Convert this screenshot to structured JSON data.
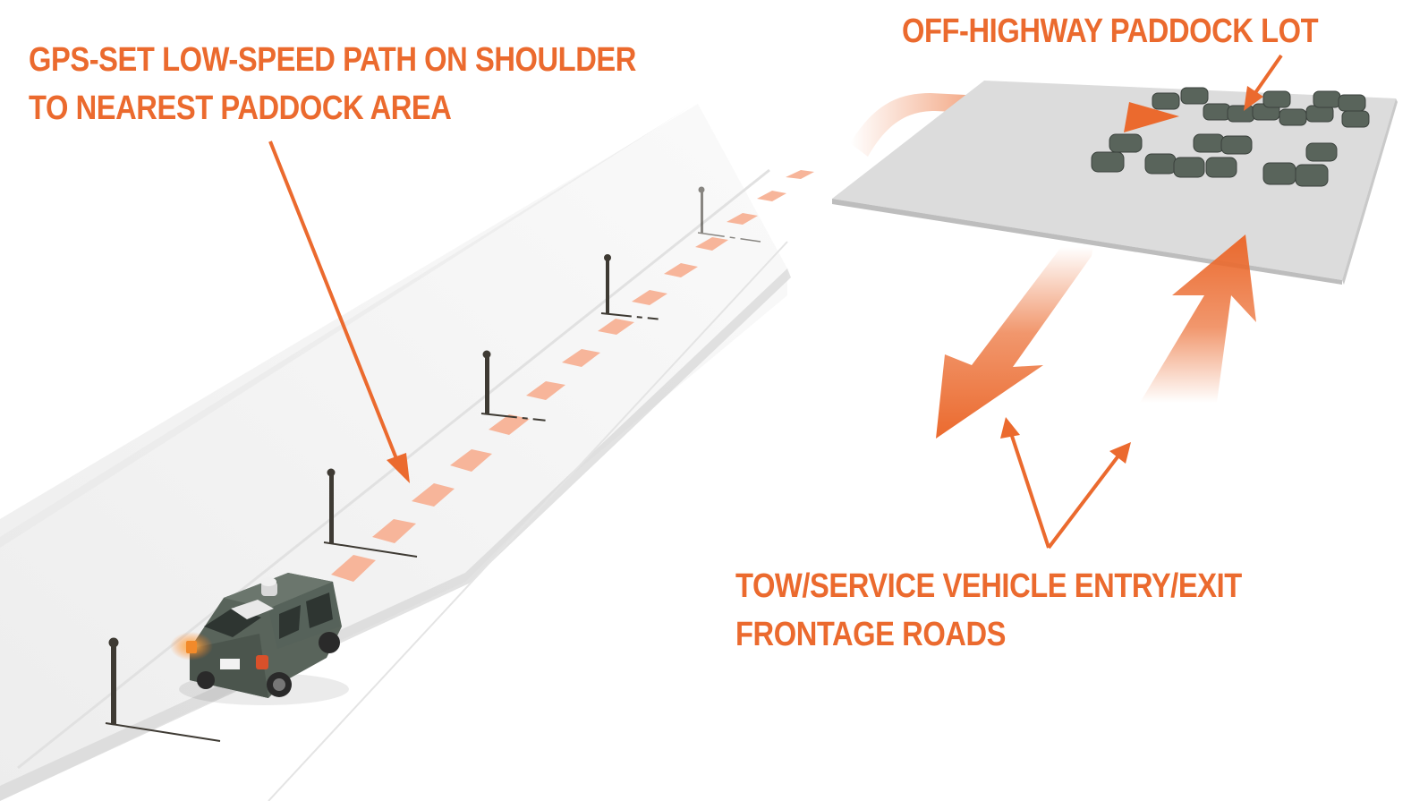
{
  "colors": {
    "accent": "#EB6A2E",
    "road": "#F1F1F1",
    "road_shadow": "#D9D9D9",
    "lot": "#DCDCDC",
    "vehicle": "#59645B",
    "post": "#3E3A33"
  },
  "labels": {
    "path_line1": "GPS-SET LOW-SPEED PATH ON SHOULDER",
    "path_line2": "TO NEAREST PADDOCK AREA",
    "lot": "OFF-HIGHWAY PADDOCK LOT",
    "tow_line1": "TOW/SERVICE VEHICLE ENTRY/EXIT",
    "tow_line2": "FRONTAGE ROADS"
  },
  "icons": {
    "vehicle": "van-icon",
    "marker": "roadside-post-icon",
    "parked": "parked-car-icon"
  }
}
